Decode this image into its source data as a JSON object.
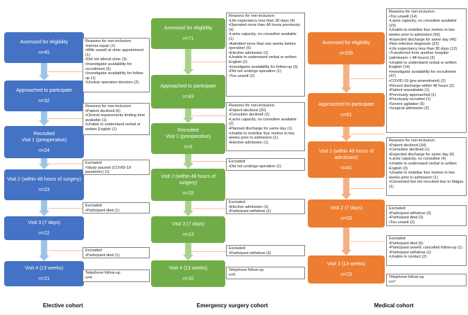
{
  "colors": {
    "elective": "#4472c4",
    "emergency": "#70ad47",
    "medical": "#ed7d31"
  },
  "elective": {
    "label": "Elective cohort",
    "boxes": [
      {
        "title": "Assessed for eligibility",
        "n": "n=45"
      },
      {
        "title": "Approached to participate",
        "n": "n=32"
      },
      {
        "title": "Recruited\nVisit 1 (preoperative)",
        "n": "n=24"
      },
      {
        "title": "Visit 2 (within 48 hours of surgery)",
        "n": "n=23"
      },
      {
        "title": "Visit 3 (7 days)",
        "n": "n=22"
      },
      {
        "title": "Visit 4 (13 weeks)",
        "n": "n=21"
      }
    ],
    "notes": [
      {
        "title": "Reasons for non-inclusion:",
        "items": [
          "•Hernia repair (1)",
          "•Wife unwell at clinic appointment (1)",
          "•Did not attend clinic (3)",
          "•Investigator availability for recruitment (5)",
          "•Investigator availability for follow-up (1)",
          "•Unclear operative decision (2)"
        ]
      },
      {
        "title": "Reasons for non-inclusion:",
        "items": [
          "•Patient declined (6)",
          "•Clinical requirements limiting time available (1)",
          "•Unable to understand verbal or written English (1)"
        ]
      },
      {
        "title": "Excluded:",
        "items": [
          "•Study paused (COVID-19 pandemic) (1)"
        ]
      },
      {
        "title": "Excluded:",
        "items": [
          "•Participant died (1)"
        ]
      },
      {
        "title": "Excluded:",
        "items": [
          "•Participant died (1)"
        ]
      },
      {
        "title": "Telephone follow-up",
        "items": [
          "n=4"
        ]
      }
    ]
  },
  "emergency": {
    "label": "Emergency surgery cohort",
    "boxes": [
      {
        "title": "Assessed for eligibility",
        "n": "n=71"
      },
      {
        "title": "Approached to participate",
        "n": "n=43"
      },
      {
        "title": "Recruited\nVisit 1 (preoperative)",
        "n": "n=3"
      },
      {
        "title": "Visit 2 (within 48 hours of surgery)",
        "n": "n=15"
      },
      {
        "title": "Visit 3 (7 days)",
        "n": "n=13"
      },
      {
        "title": "Visit 4 (13 weeks)",
        "n": "n=10"
      }
    ],
    "notes": [
      {
        "title": "Reasons for non-inclusion:",
        "items": [
          "•Life expectancy less than 30 days (4)",
          "•Operated more than 48 hours previously (9)",
          "•Lacks capacity, no consultee available (1)",
          "•Admitted more than two weeks before operation (5)",
          "•Elective admission (1)",
          "•Unable to understand verbal or written English (2)",
          "•Investigator availability for follow-up (3)",
          "•Did not undergo operation (1)",
          "•Too unwell (2)"
        ]
      },
      {
        "title": "Reasons for non-inclusion:",
        "items": [
          "•Patient declined (20)",
          "•Consultee declined (2)",
          "•Lacks capacity, no consultee available (2)",
          "•Planned discharge for same day (1)",
          "•Unable to mobilise four metres in two weeks prior to admission (1)",
          "•Elective admission (1)"
        ]
      },
      {
        "title": "Excluded:",
        "items": [
          "•Did not undergo operation (1)"
        ]
      },
      {
        "title": "Excluded:",
        "items": [
          "•Elective admission (1)",
          "•Participant withdrew (1)"
        ]
      },
      {
        "title": "Excluded:",
        "items": [
          "•Participant withdrew (3)"
        ]
      },
      {
        "title": "Telephone follow-up",
        "items": [
          "n=0"
        ]
      }
    ]
  },
  "medical": {
    "label": "Medical cohort",
    "boxes": [
      {
        "title": "Assessed for eligibility",
        "n": "n=335"
      },
      {
        "title": "Approached to participate",
        "n": "n=91"
      },
      {
        "title": "Visit 1 (within 48 hours of admission)",
        "n": "n=41"
      },
      {
        "title": "Visit 2 (7 days)",
        "n": "n=33"
      },
      {
        "title": "Visit 3 (13 weeks)",
        "n": "n=23"
      }
    ],
    "notes": [
      {
        "title": "Reasons for non-inclusion:",
        "items": [
          "•Too unwell (14)",
          "•Lacks capacity, no consultee available (23)",
          "•Unable to mobilise four metres in two weeks prior to admission (50)",
          "•Expected discharge for same day (45)",
          "•Non-infective diagnosis (22)",
          "•Life expectancy less than 30 days (12)",
          "•Transferred from another hospital (admission > 48 hours) (3)",
          "•Unable to understand verbal or written English (14)",
          "•Investigator availability for recruitment (47)",
          "•COVID-19 (pre-amendment) (2)",
          "•Recent discharge within 48 hours (2)",
          "•Patient unavailable (1)",
          "•Previously approached (1)",
          "•Previously recruited (1)",
          "•Severe agitation (5)",
          "•Surgical admission (2)"
        ]
      },
      {
        "title": "Reasons for non-inclusion:",
        "items": [
          "•Patient declined (34)",
          "•Consultee declined (1)",
          "•Expected discharge for same day (6)",
          "•Lacks capacity, no consultee (4)",
          "•Unable to understand verbal or written English (3)",
          "•Unable to mobilise four metres in two weeks prior to admission (1)",
          "•Consented but not recruited due to fatigue (1)"
        ]
      },
      {
        "title": "Excluded:",
        "items": [
          "•Participant withdrew (3)",
          "•Participant died (3)",
          "•Too unwell (2)"
        ]
      },
      {
        "title": "Excluded:",
        "items": [
          "•Participant died (6)",
          "•Participant unwell; cancelled follow-up (1)",
          "•Participant withdrew (1)",
          "•Unable to contact (2)"
        ]
      },
      {
        "title": "Telephone follow-up",
        "items": [
          "n=7"
        ]
      }
    ]
  }
}
